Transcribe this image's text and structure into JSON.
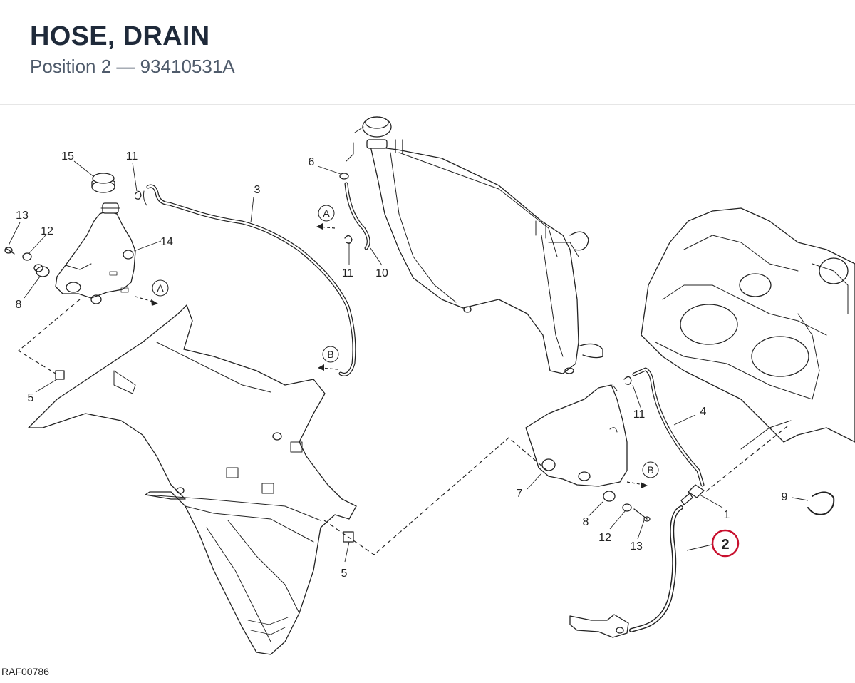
{
  "header": {
    "title": "HOSE, DRAIN",
    "subtitle": "Position 2 — 93410531A"
  },
  "diagram": {
    "callouts": {
      "c1": "1",
      "c2": "2",
      "c3": "3",
      "c4": "4",
      "c5a": "5",
      "c5b": "5",
      "c6": "6",
      "c7": "7",
      "c8a": "8",
      "c8b": "8",
      "c9": "9",
      "c10": "10",
      "c11a": "11",
      "c11b": "11",
      "c11c": "11",
      "c12a": "12",
      "c12b": "12",
      "c13a": "13",
      "c13b": "13",
      "c14": "14",
      "c15": "15"
    },
    "connectors": {
      "a1": "A",
      "a2": "A",
      "b1": "B",
      "b2": "B"
    },
    "highlight_color": "#c8102e"
  },
  "footer": {
    "drawing_code": "RAF00786"
  }
}
